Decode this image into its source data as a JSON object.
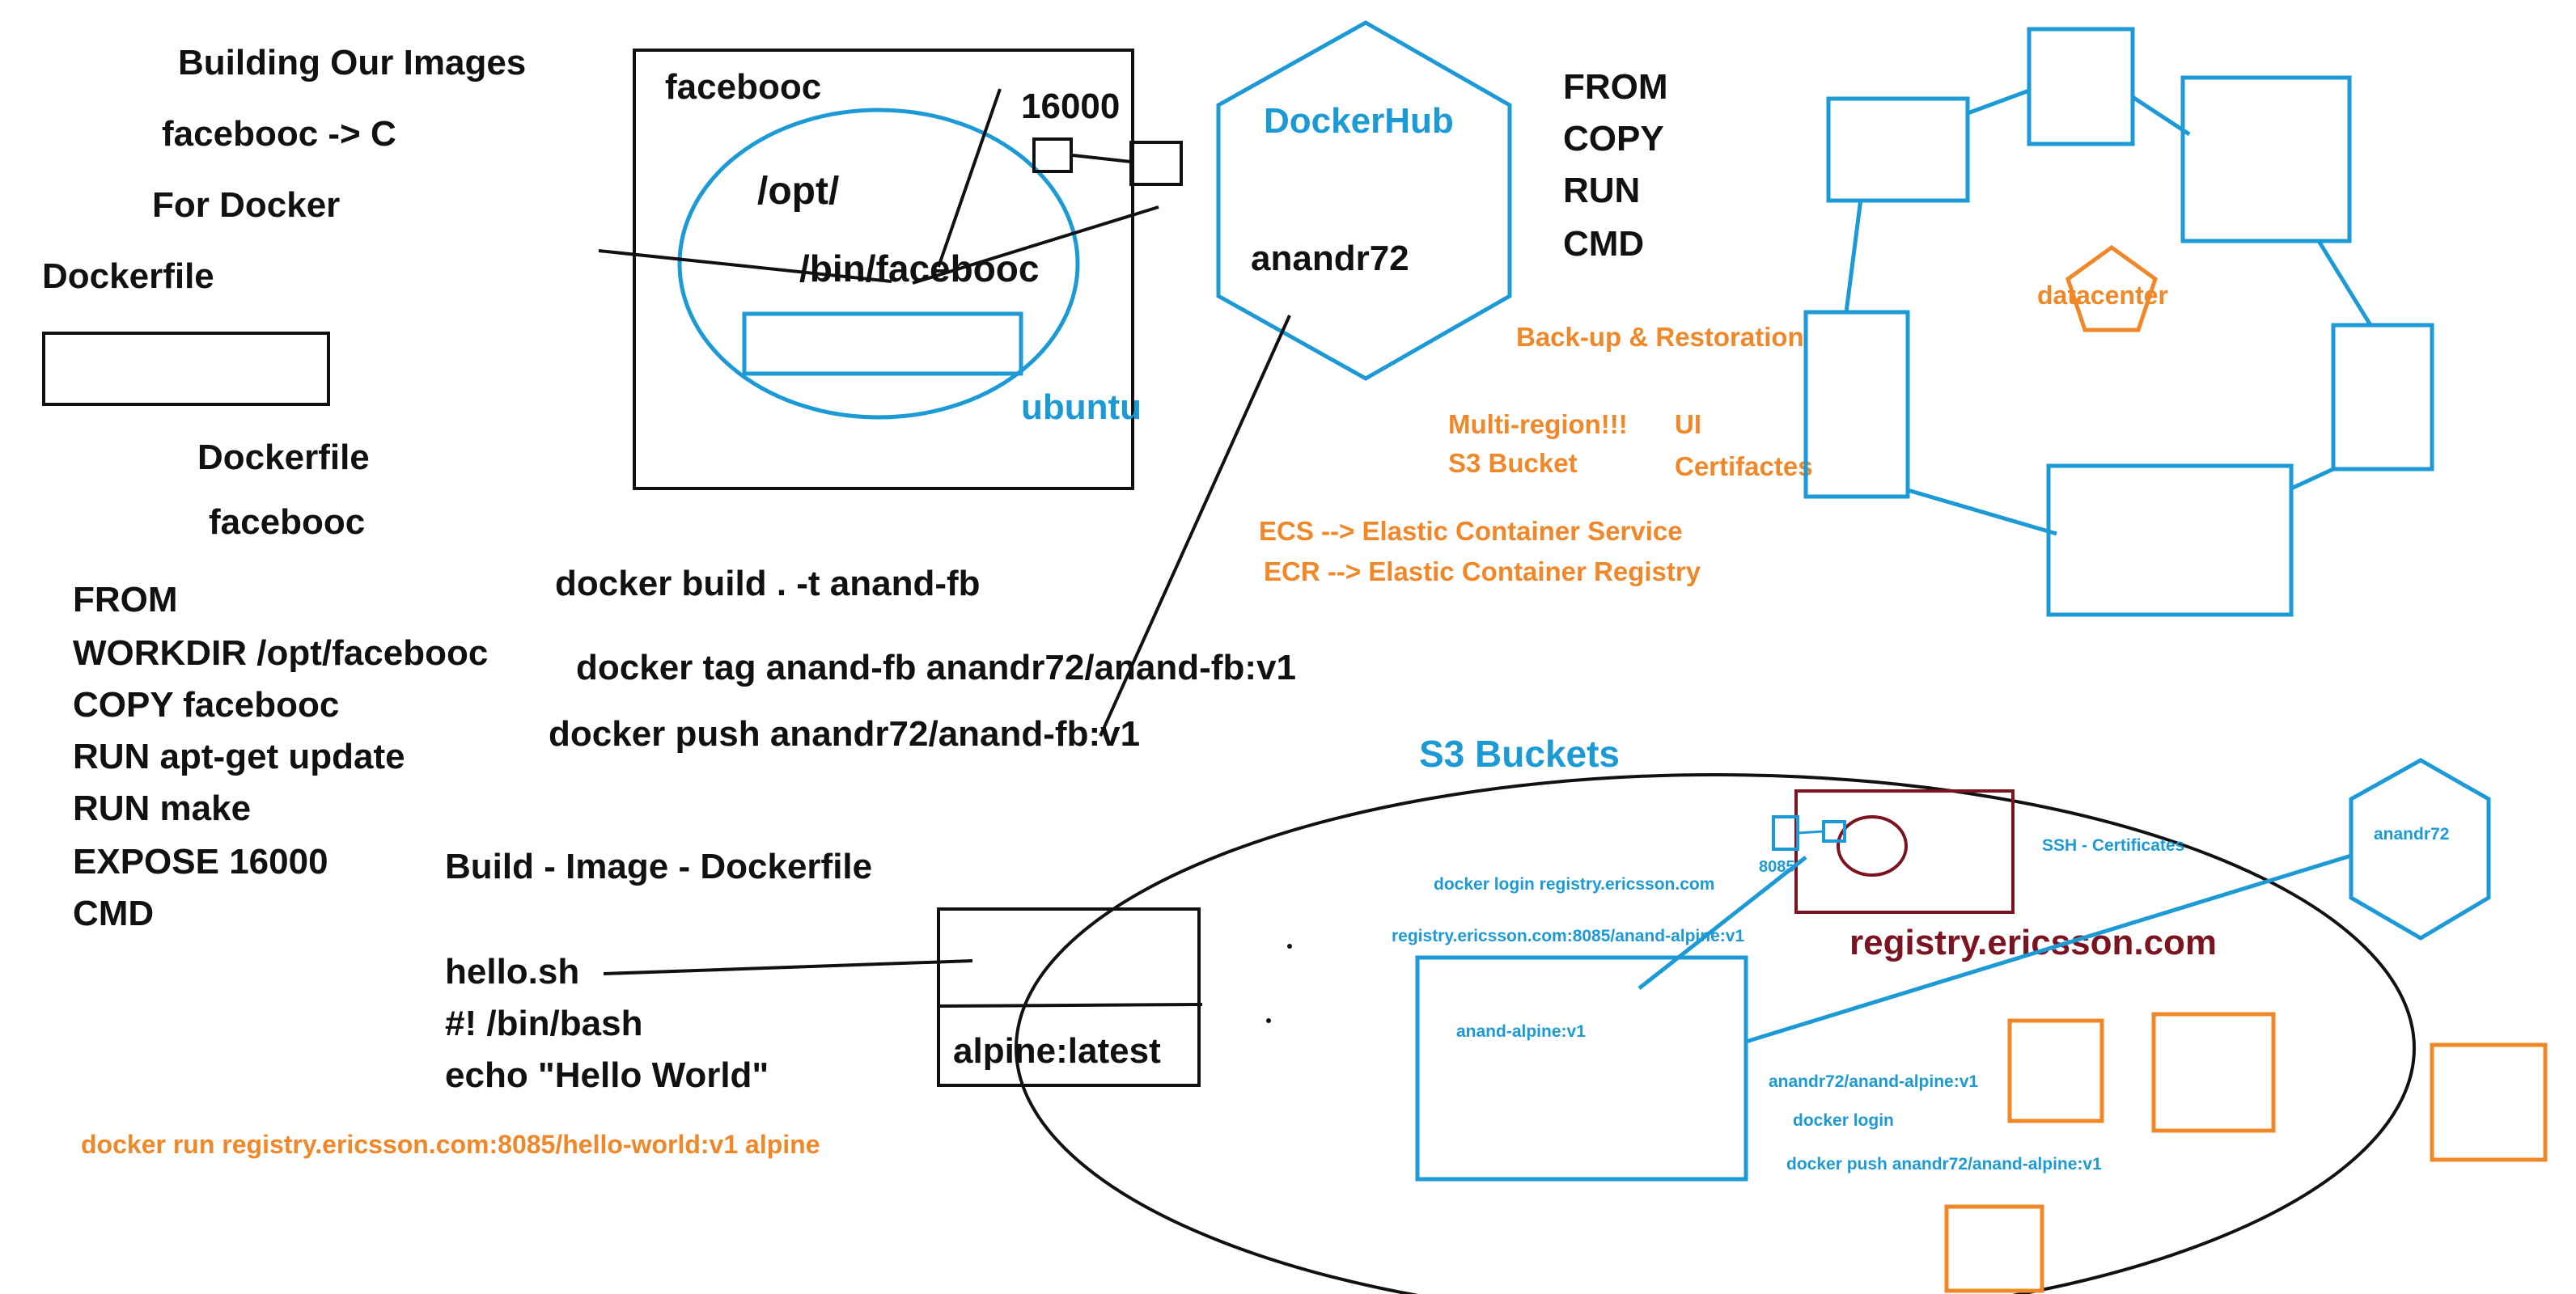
{
  "colors": {
    "ink": "#111111",
    "blue": "#1c9ad6",
    "orange": "#f0882a",
    "maroon": "#7b1420"
  },
  "left_notes": {
    "building_images": "Building Our Images",
    "facebooc_c": "facebooc -> C",
    "for_docker": "For Docker",
    "dockerfile_1": "Dockerfile",
    "dockerfile_2": "Dockerfile",
    "facebooc": "facebooc"
  },
  "dockerfile_lines": [
    "FROM",
    "WORKDIR /opt/facebooc",
    "COPY facebooc",
    "RUN apt-get update",
    "RUN make",
    "EXPOSE 16000",
    "CMD"
  ],
  "container_box": {
    "label": "facebooc",
    "port": "16000",
    "opt_path": "/opt/",
    "bin_path": "/bin/facebooc",
    "os_label": "ubuntu"
  },
  "dockerhub": {
    "title": "DockerHub",
    "user": "anandr72"
  },
  "instructions": [
    "FROM",
    "COPY",
    "RUN",
    "CMD"
  ],
  "commands": [
    "docker build . -t anand-fb",
    "docker tag anand-fb anandr72/anand-fb:v1",
    "docker push anandr72/anand-fb:v1"
  ],
  "build_flow": "Build - Image - Dockerfile",
  "script": {
    "file": "hello.sh",
    "shebang": "#! /bin/bash",
    "echo": "echo \"Hello World\""
  },
  "alpine_label": "alpine:latest",
  "run_command": "docker run registry.ericsson.com:8085/hello-world:v1 alpine",
  "cloud_notes": {
    "backup": "Back-up & Restoration",
    "multi_region": "Multi-region!!!",
    "s3_bucket": "S3 Bucket",
    "ui": "UI",
    "certificates": "Certifactes",
    "ecs": "ECS --> Elastic Container Service",
    "ecr": "ECR --> Elastic Container Registry"
  },
  "datacenter_label": "datacenter",
  "s3_title": "S3 Buckets",
  "registry": {
    "host": "registry.ericsson.com",
    "port": "8085",
    "ssh_certs": "SSH - Certificates",
    "login_cmd": "docker login registry.ericsson.com",
    "image_path": "registry.ericsson.com:8085/anand-alpine:v1",
    "local_image": "anand-alpine:v1",
    "hub_image": "anandr72/anand-alpine:v1",
    "docker_login": "docker login",
    "push_cmd": "docker push anandr72/anand-alpine:v1",
    "hub_user": "anandr72"
  }
}
